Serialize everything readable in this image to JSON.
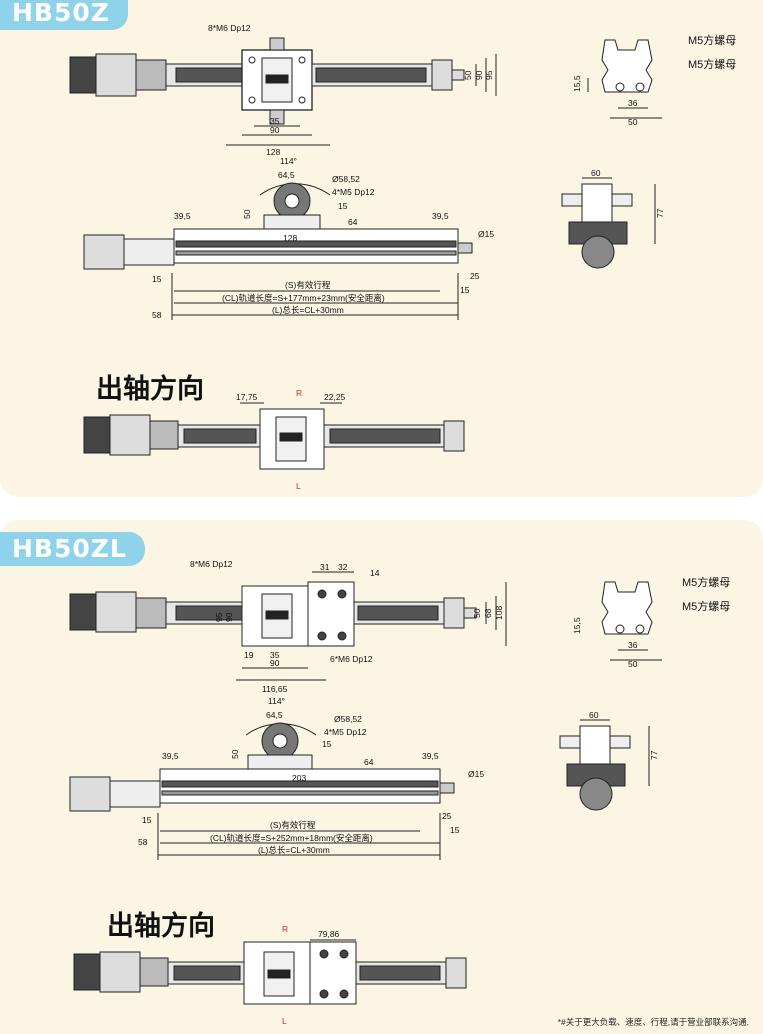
{
  "section1": {
    "badge": "HB50Z",
    "heading": "出轴方向",
    "top_view": {
      "label_holes": "8*M6 Dp12",
      "dim_35": "35",
      "dim_90": "90",
      "dim_128": "128",
      "dim_50": "50",
      "dim_90v": "90",
      "dim_95": "95"
    },
    "profile": {
      "nut1": "M5方螺母",
      "nut2": "M5方螺母",
      "dim_15_5": "15,5",
      "dim_36": "36",
      "dim_50": "50"
    },
    "side_view": {
      "angle": "114°",
      "dim_64_5": "64,5",
      "dia": "Ø58,52",
      "holes": "4*M5 Dp12",
      "dim_50": "50",
      "dim_15": "15",
      "dim_64": "64",
      "dim_39_5_l": "39,5",
      "dim_39_5_r": "39,5",
      "dim_128": "128",
      "shaft": "Ø15",
      "dim_25": "25",
      "dim_15_l": "15",
      "dim_15_r": "15",
      "dim_58": "58",
      "stroke": "(S)有效行程",
      "rail": "(CL)轨道长度=S+177mm+23mm(安全距离)",
      "total": "(L)总长=CL+30mm"
    },
    "end_view": {
      "dim_60": "60",
      "dim_77": "77"
    },
    "direction_view": {
      "dim_17_75": "17,75",
      "dim_22_25": "22,25",
      "r": "R",
      "l": "L"
    }
  },
  "section2": {
    "badge": "HB50ZL",
    "heading": "出轴方向",
    "top_view": {
      "label_holes": "8*M6 Dp12",
      "label_holes2": "6*M6 Dp12",
      "dim_31": "31",
      "dim_32": "32",
      "dim_14": "14",
      "dim_95": "95",
      "dim_90": "90",
      "dim_19": "19",
      "dim_35": "35",
      "dim_90h": "90",
      "dim_116_65": "116,65",
      "dim_50": "50",
      "dim_68": "68",
      "dim_108": "108"
    },
    "profile": {
      "nut1": "M5方螺母",
      "nut2": "M5方螺母",
      "dim_15_5": "15,5",
      "dim_36": "36",
      "dim_50": "50"
    },
    "side_view": {
      "angle": "114°",
      "dim_64_5": "64,5",
      "dia": "Ø58,52",
      "holes": "4*M5 Dp12",
      "dim_50": "50",
      "dim_15": "15",
      "dim_64": "64",
      "dim_39_5_l": "39,5",
      "dim_39_5_r": "39,5",
      "dim_203": "203",
      "shaft": "Ø15",
      "dim_25": "25",
      "dim_15_l": "15",
      "dim_15_r": "15",
      "dim_58": "58",
      "stroke": "(S)有效行程",
      "rail": "(CL)轨道长度=S+252mm+18mm(安全距离)",
      "total": "(L)总长=CL+30mm"
    },
    "end_view": {
      "dim_60": "60",
      "dim_77": "77"
    },
    "direction_view": {
      "dim_79_86": "79,86",
      "r": "R",
      "l": "L"
    }
  },
  "footnote": "*#关于更大负载、速度、行程,请于营业部联系沟通."
}
